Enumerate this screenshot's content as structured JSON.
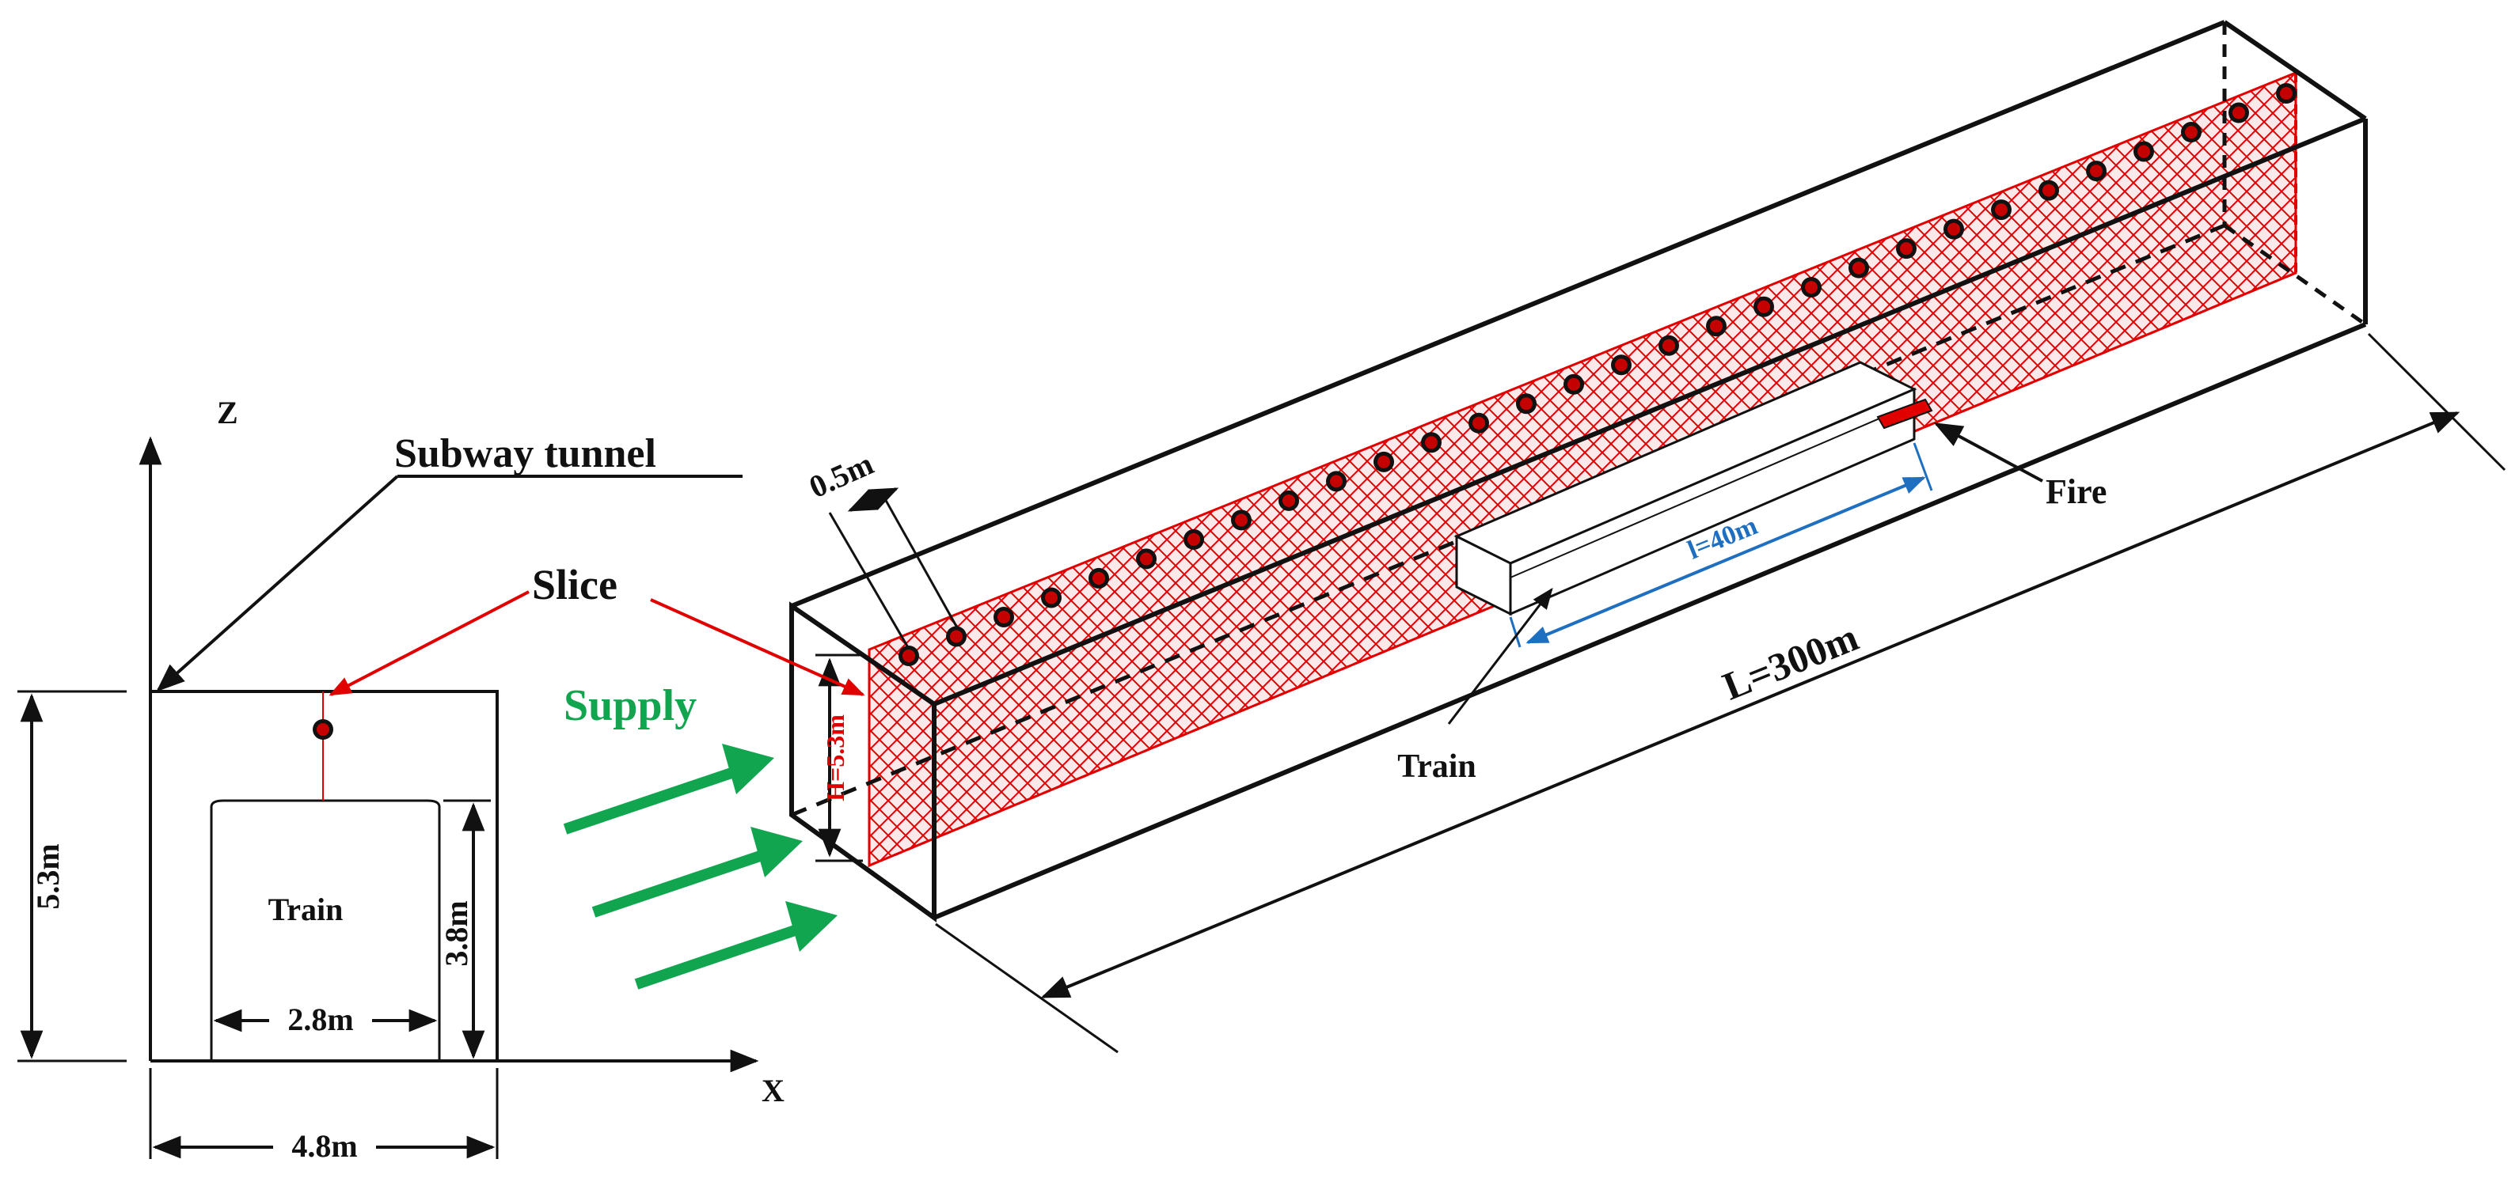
{
  "colors": {
    "line": "#111111",
    "slice_red": "#e00000",
    "supply_green": "#12a550",
    "train_blue": "#1f6fc0",
    "thermocouple_fill": "#c40000"
  },
  "cross_section": {
    "axis_z": "Z",
    "axis_x": "X",
    "tunnel_label": "Subway tunnel",
    "slice_label": "Slice",
    "train_label": "Train",
    "height_label": "5.3m",
    "train_height_label": "3.8m",
    "train_width_label": "2.8m",
    "width_label": "4.8m"
  },
  "supply_label": "Supply",
  "tunnel_3d": {
    "spacing_label": "0.5m",
    "height_label": "H=5.3m",
    "train_length_label": "l=40m",
    "train_label": "Train",
    "fire_label": "Fire",
    "length_label": "L=300m",
    "thermocouple_count": 30
  },
  "icons": [
    "arrow-icon",
    "thermocouple-icon",
    "fire-source-icon"
  ]
}
